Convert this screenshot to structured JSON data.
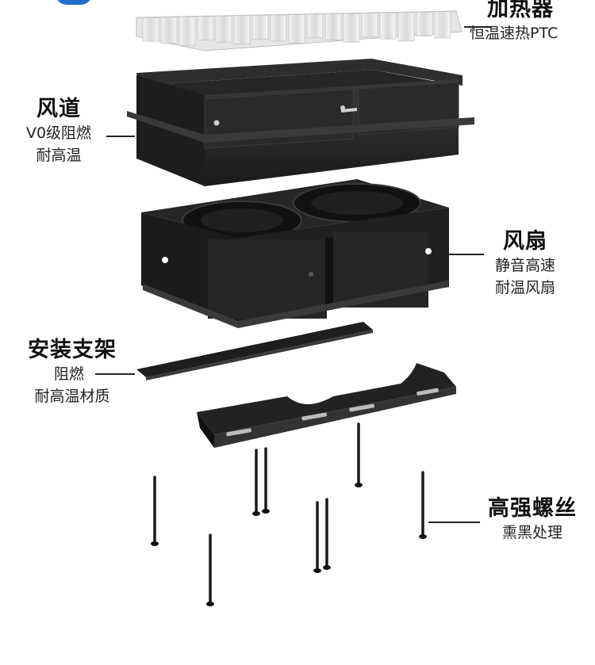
{
  "labels": {
    "heater": {
      "title": "加热器",
      "sub": [
        "恒温速热PTC"
      ]
    },
    "duct": {
      "title": "风道",
      "sub": [
        "V0级阻燃",
        "耐高温"
      ]
    },
    "fan": {
      "title": "风扇",
      "sub": [
        "静音高速",
        "耐温风扇"
      ]
    },
    "bracket": {
      "title": "安装支架",
      "sub": [
        "阻燃",
        "耐高温材质"
      ]
    },
    "screws": {
      "title": "高强螺丝",
      "sub": [
        "熏黑处理"
      ]
    }
  },
  "colors": {
    "accent": "#1f6fd1",
    "part_dark": "#1c1c1c",
    "part_mid": "#2b2b2b",
    "heater_fin": "#e9e9e9"
  }
}
